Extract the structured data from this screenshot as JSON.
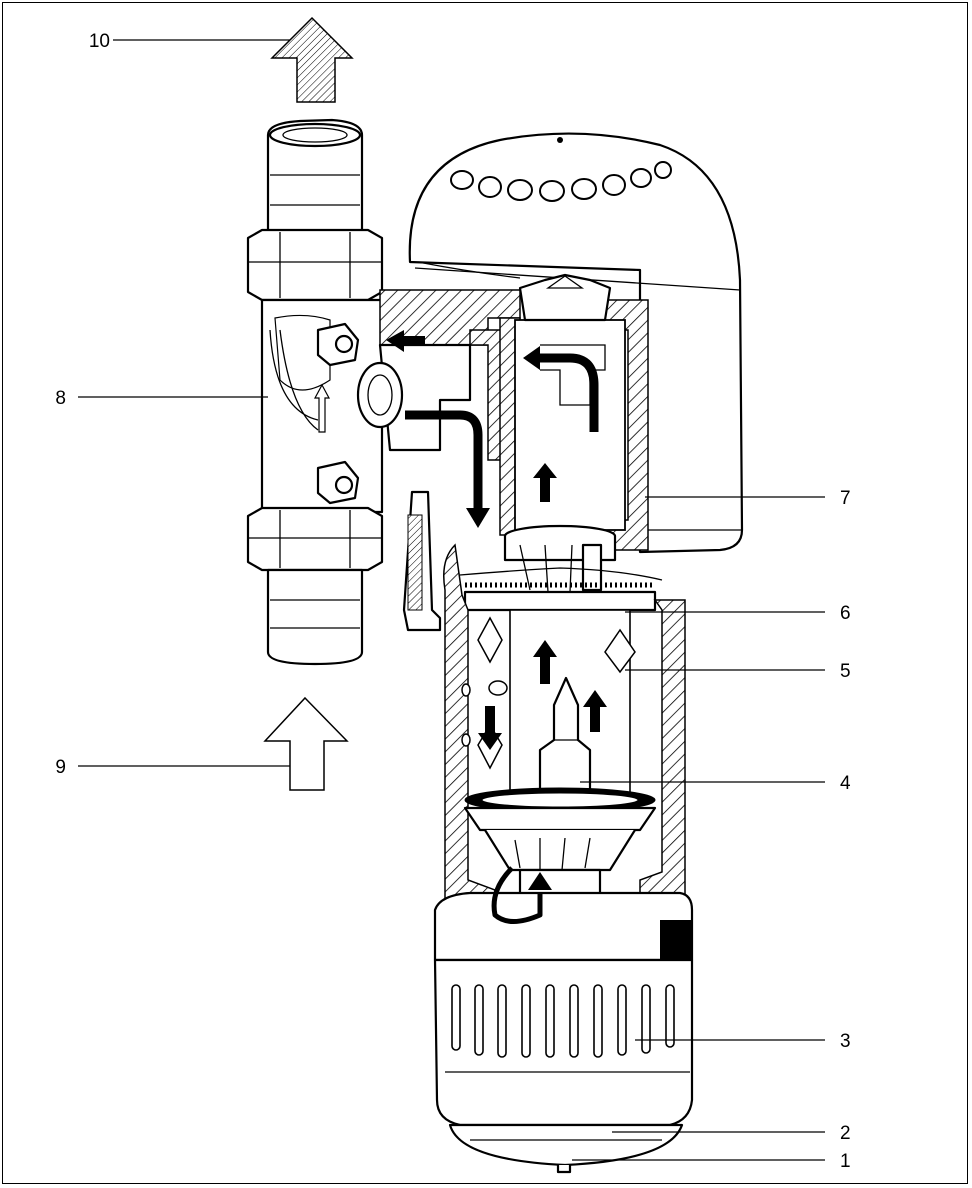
{
  "callouts": [
    {
      "id": "10",
      "text": "10"
    },
    {
      "id": "8",
      "text": "8"
    },
    {
      "id": "7",
      "text": "7"
    },
    {
      "id": "6",
      "text": "6"
    },
    {
      "id": "5",
      "text": "5"
    },
    {
      "id": "9",
      "text": "9"
    },
    {
      "id": "4",
      "text": "4"
    },
    {
      "id": "3",
      "text": "3"
    },
    {
      "id": "2",
      "text": "2"
    },
    {
      "id": "1",
      "text": "1"
    }
  ]
}
